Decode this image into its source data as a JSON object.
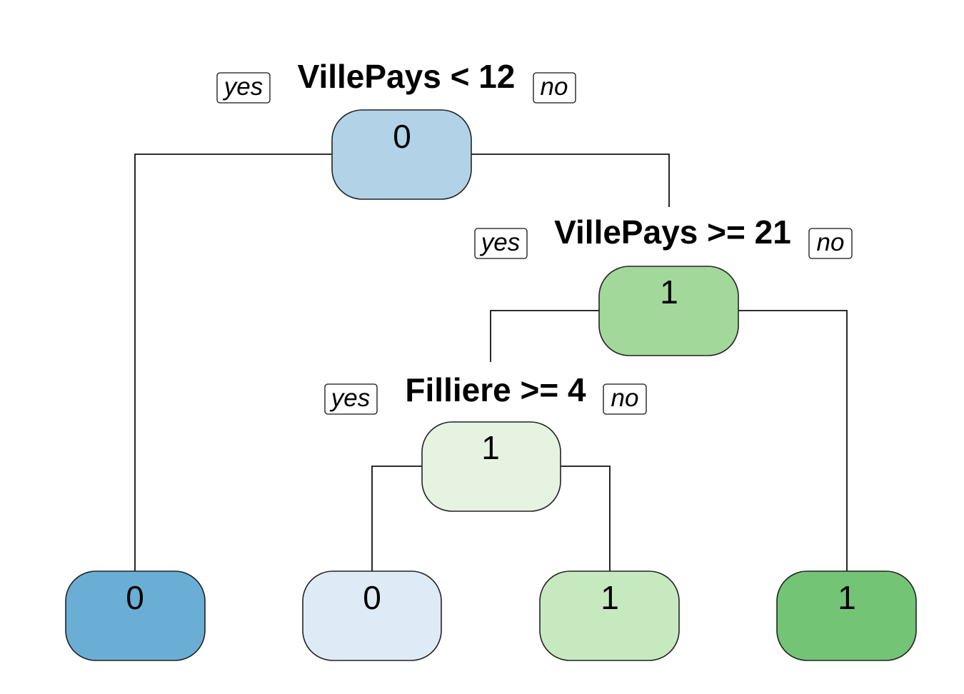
{
  "tree": {
    "nodes": [
      {
        "id": "root",
        "label": "0",
        "fill": "#b2d2e8",
        "split": "VillePays < 12",
        "yes": "yes",
        "no": "no"
      },
      {
        "id": "n3",
        "label": "1",
        "fill": "#a2d899",
        "split": "VillePays >= 21",
        "yes": "yes",
        "no": "no"
      },
      {
        "id": "n6",
        "label": "1",
        "fill": "#e5f3e0",
        "split": "Filliere >= 4",
        "yes": "yes",
        "no": "no"
      },
      {
        "id": "leaf1",
        "label": "0",
        "fill": "#6aaed6"
      },
      {
        "id": "leaf2",
        "label": "0",
        "fill": "#deebf7"
      },
      {
        "id": "leaf3",
        "label": "1",
        "fill": "#c7e9c0"
      },
      {
        "id": "leaf4",
        "label": "1",
        "fill": "#74c476"
      }
    ],
    "edges": [
      [
        "root",
        "leaf1"
      ],
      [
        "root",
        "n3"
      ],
      [
        "n3",
        "n6"
      ],
      [
        "n3",
        "leaf4"
      ],
      [
        "n6",
        "leaf2"
      ],
      [
        "n6",
        "leaf3"
      ]
    ]
  }
}
